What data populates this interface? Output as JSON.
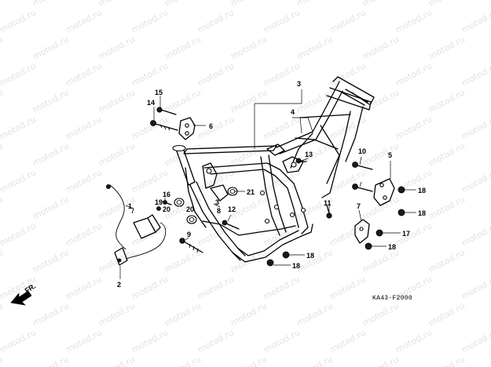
{
  "watermark": {
    "text": "motod.ru"
  },
  "diagram": {
    "direction_label": "FR.",
    "drawing_code": "KA43-F2000",
    "callouts": [
      {
        "id": "c15",
        "label": "15"
      },
      {
        "id": "c14",
        "label": "14"
      },
      {
        "id": "c6",
        "label": "6"
      },
      {
        "id": "c3a",
        "label": "3"
      },
      {
        "id": "c4",
        "label": "4"
      },
      {
        "id": "c13",
        "label": "13"
      },
      {
        "id": "c10",
        "label": "10"
      },
      {
        "id": "c5",
        "label": "5"
      },
      {
        "id": "c11",
        "label": "11"
      },
      {
        "id": "c1",
        "label": "1"
      },
      {
        "id": "c18a",
        "label": "18"
      },
      {
        "id": "c18b",
        "label": "18"
      },
      {
        "id": "c21",
        "label": "21"
      },
      {
        "id": "c16",
        "label": "16"
      },
      {
        "id": "c19",
        "label": "19"
      },
      {
        "id": "c20a",
        "label": "20"
      },
      {
        "id": "c20b",
        "label": "20"
      },
      {
        "id": "c3b",
        "label": "3"
      },
      {
        "id": "c8",
        "label": "8"
      },
      {
        "id": "c12",
        "label": "12"
      },
      {
        "id": "c7",
        "label": "7"
      },
      {
        "id": "c17",
        "label": "17"
      },
      {
        "id": "c18c",
        "label": "18"
      },
      {
        "id": "c9",
        "label": "9"
      },
      {
        "id": "c18d",
        "label": "18"
      },
      {
        "id": "c18e",
        "label": "18"
      },
      {
        "id": "c2",
        "label": "2"
      }
    ]
  }
}
